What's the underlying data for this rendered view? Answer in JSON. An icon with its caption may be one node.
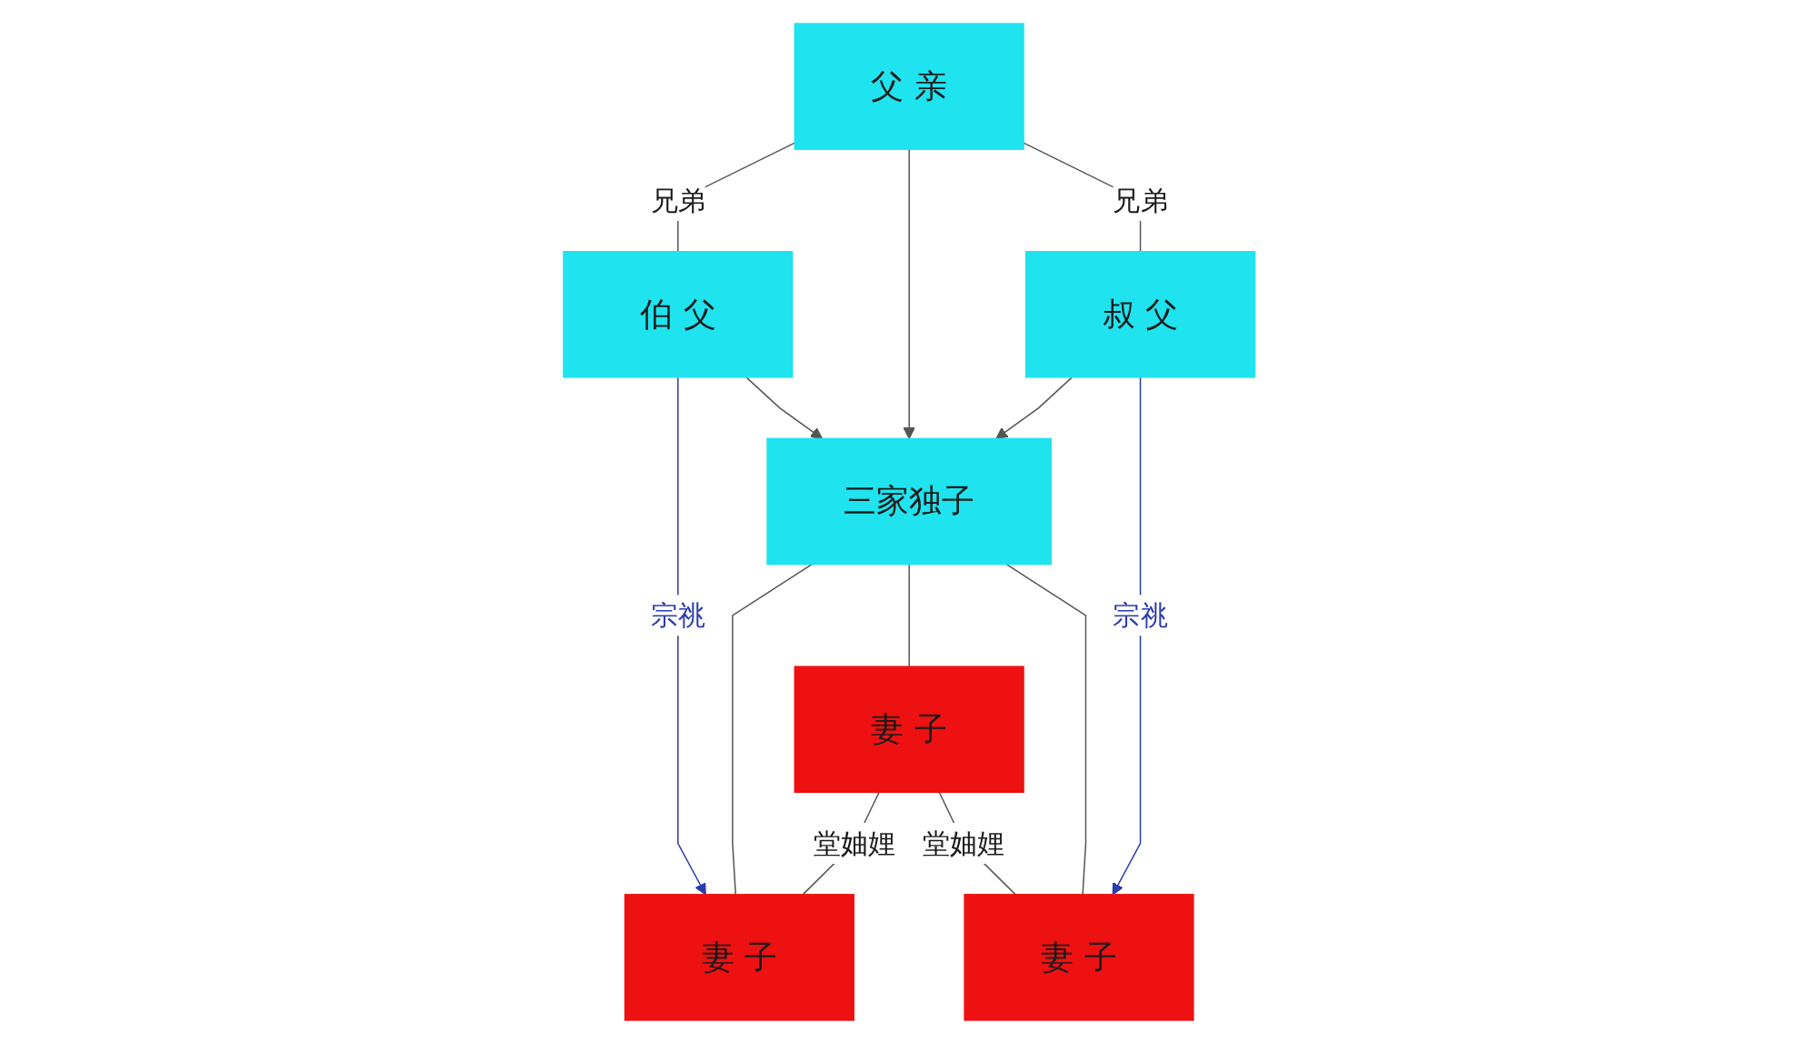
{
  "diagram": {
    "nodes": [
      {
        "text": [
          "伯 父"
        ]
      },
      {
        "text": [
          "父 亲"
        ]
      },
      {
        "text": [
          "叔 父"
        ]
      },
      {
        "text": [
          "三家独子"
        ]
      },
      {
        "text": [
          "妻 子"
        ]
      },
      {
        "text": [
          "妻 子"
        ]
      },
      {
        "text": [
          "妻 子"
        ]
      }
    ],
    "edges": [
      {
        "from": 1,
        "to": 0,
        "arrow": "none",
        "label": "兄弟"
      },
      {
        "from": 0,
        "to": 4,
        "arrow": "to",
        "label": "宗祧",
        "color": "#2b3cae"
      },
      {
        "from": 0,
        "to": 3,
        "arrow": "to"
      },
      {
        "from": 1,
        "to": 3,
        "arrow": "to"
      },
      {
        "from": 1,
        "to": 2,
        "arrow": "none",
        "label": "兄弟"
      },
      {
        "from": 2,
        "to": 3,
        "arrow": "to"
      },
      {
        "from": 2,
        "to": 6,
        "arrow": "to",
        "label": "宗祧",
        "color": "#2b3cae"
      },
      {
        "from": 3,
        "to": 4,
        "arrow": "none"
      },
      {
        "from": 3,
        "to": 5,
        "arrow": "none"
      },
      {
        "from": 3,
        "to": 6,
        "arrow": "none"
      },
      {
        "from": 5,
        "to": 4,
        "arrow": "none",
        "label": "堂妯娌"
      },
      {
        "from": 5,
        "to": 6,
        "arrow": "none",
        "label": "堂妯娌"
      }
    ]
  }
}
